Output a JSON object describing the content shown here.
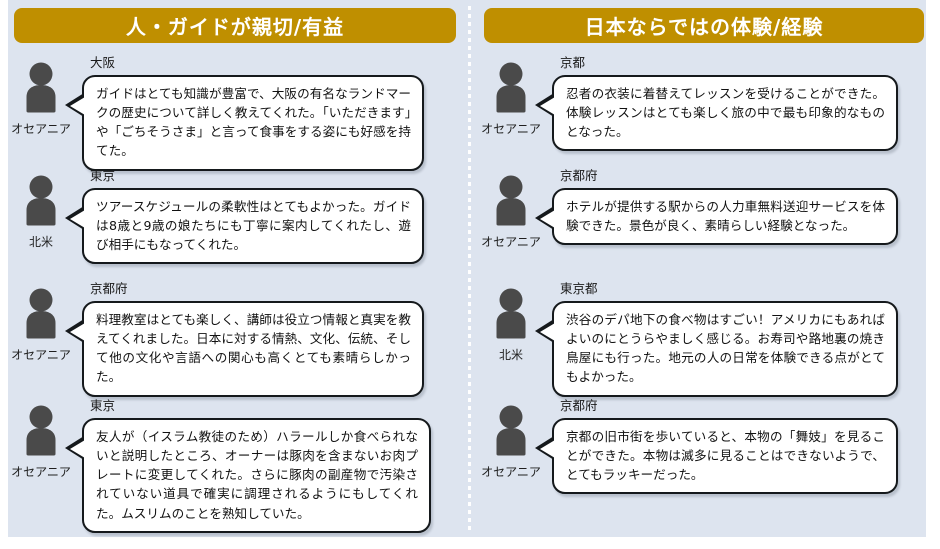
{
  "columns": [
    {
      "id": "kindness",
      "header": "人・ガイドが親切/有益",
      "cards": [
        {
          "region": "オセアニア",
          "place": "大阪",
          "quote": "ガイドはとても知識が豊富で、大阪の有名なランドマークの歴史について詳しく教えてくれた。「いただきます」や「ごちそうさま」と言って食事をする姿にも好感を持てた。"
        },
        {
          "region": "北米",
          "place": "東京",
          "quote": "ツアースケジュールの柔軟性はとてもよかった。ガイドは8歳と9歳の娘たちにも丁寧に案内してくれたし、遊び相手にもなってくれた。"
        },
        {
          "region": "オセアニア",
          "place": "京都府",
          "quote": "料理教室はとても楽しく、講師は役立つ情報と真実を教えてくれました。日本に対する情熱、文化、伝統、そして他の文化や言語への関心も高くとても素晴らしかった。"
        },
        {
          "region": "オセアニア",
          "place": "東京",
          "quote": "友人が（イスラム教徒のため）ハラールしか食べられないと説明したところ、オーナーは豚肉を含まないお肉プレートに変更してくれた。さらに豚肉の副産物で汚染されていない道具で確実に調理されるようにもしてくれた。ムスリムのことを熟知していた。"
        }
      ]
    },
    {
      "id": "experience",
      "header": "日本ならではの体験/経験",
      "cards": [
        {
          "region": "オセアニア",
          "place": "京都",
          "quote": "忍者の衣装に着替えてレッスンを受けることができた。体験レッスンはとても楽しく旅の中で最も印象的なものとなった。"
        },
        {
          "region": "オセアニア",
          "place": "京都府",
          "quote": "ホテルが提供する駅からの人力車無料送迎サービスを体験できた。景色が良く、素晴らしい経験となった。"
        },
        {
          "region": "北米",
          "place": "東京都",
          "quote": "渋谷のデパ地下の食べ物はすごい！アメリカにもあればよいのにとうらやましく感じる。お寿司や路地裏の焼き鳥屋にも行った。地元の人の日常を体験できる点がとてもよかった。"
        },
        {
          "region": "オセアニア",
          "place": "京都府",
          "quote": "京都の旧市街を歩いていると、本物の「舞妓」を見ることができた。本物は滅多に見ることはできないようで、とてもラッキーだった。"
        }
      ]
    }
  ],
  "icons": {
    "avatar": "person-icon"
  },
  "colors": {
    "header_gold": "#bf8f00",
    "panel_background": "#dde4ef",
    "bubble_border": "#15191c",
    "bubble_fill": "#ffffff",
    "avatar_fill": "#4a4a4a"
  },
  "layout": {
    "left_card_tops": [
      0,
      113,
      226,
      343
    ],
    "right_card_tops": [
      0,
      113,
      226,
      343
    ],
    "left_bubble_widths": [
      342,
      342,
      342,
      349
    ],
    "right_bubble_widths": [
      346,
      346,
      346,
      346
    ]
  }
}
